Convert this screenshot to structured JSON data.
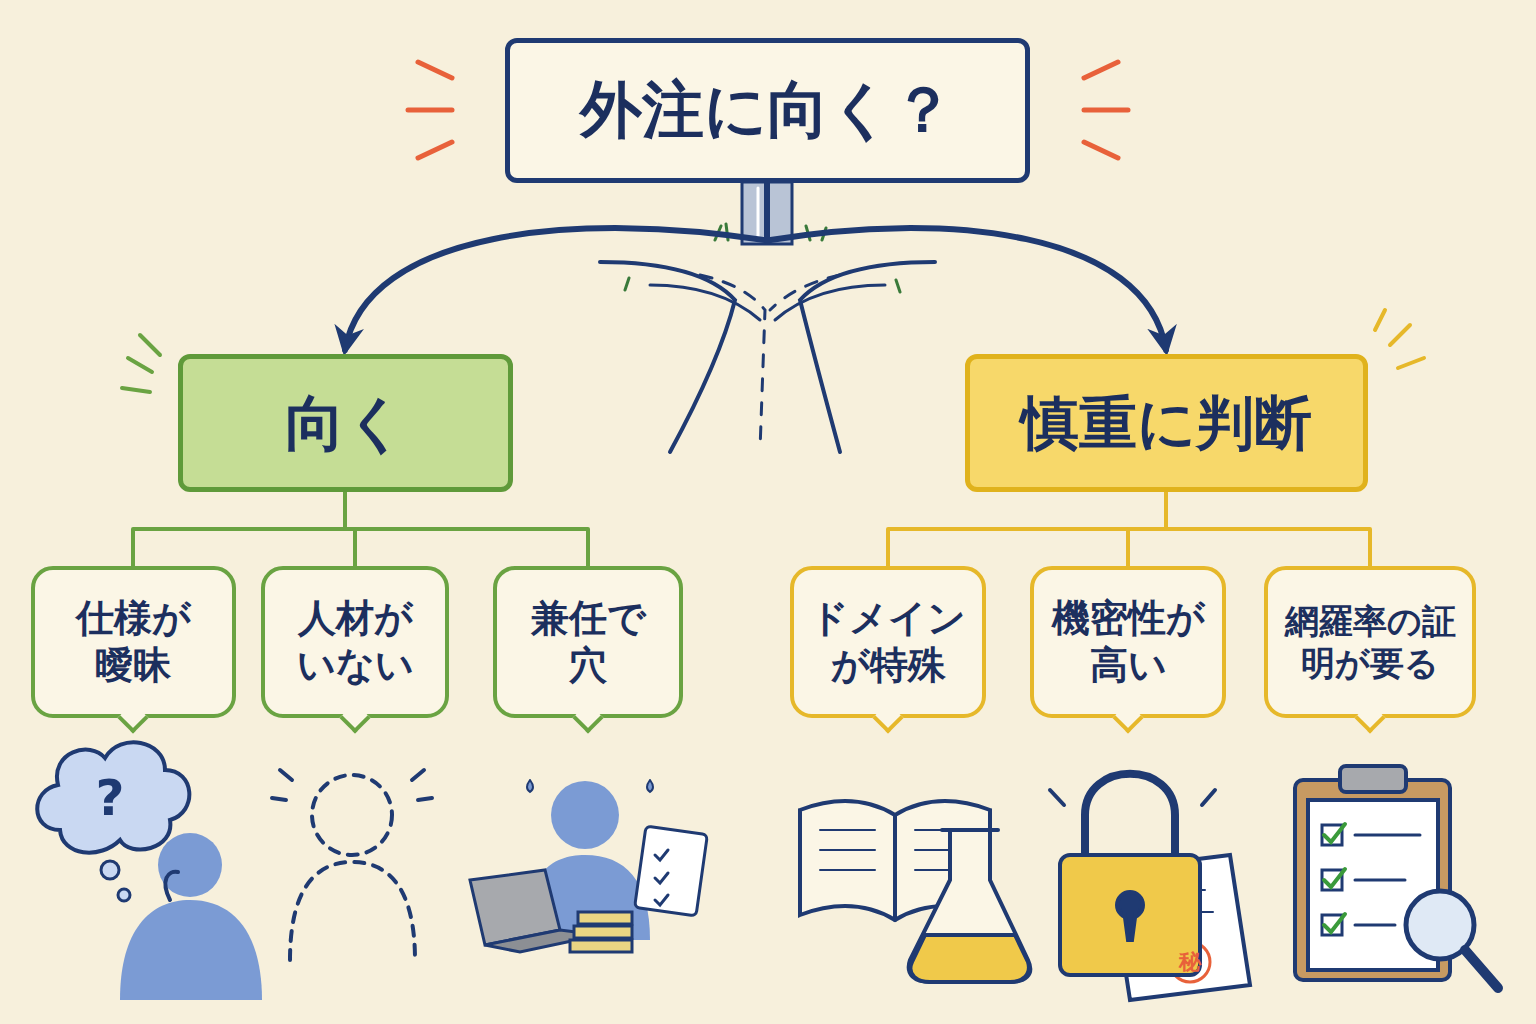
{
  "diagram": {
    "nodes": [
      {
        "text": [
          "外注に向く？"
        ]
      },
      {
        "text": [
          "向く"
        ]
      },
      {
        "text": [
          "慎重に判断"
        ]
      },
      {
        "text": [
          "仕様が曖昧"
        ]
      },
      {
        "text": [
          "人材がいない"
        ]
      },
      {
        "text": [
          "兼任で穴"
        ]
      },
      {
        "text": [
          "ドメインが特殊"
        ]
      },
      {
        "text": [
          "機密性が高い"
        ]
      },
      {
        "text": [
          "網羅率の証明が要る"
        ]
      }
    ],
    "edges": [
      {
        "from": 0,
        "to": 1,
        "arrow": "to"
      },
      {
        "from": 0,
        "to": 2,
        "arrow": "to"
      },
      {
        "from": 1,
        "to": 3,
        "arrow": "none"
      },
      {
        "from": 1,
        "to": 4,
        "arrow": "none"
      },
      {
        "from": 1,
        "to": 5,
        "arrow": "none"
      },
      {
        "from": 2,
        "to": 6,
        "arrow": "none"
      },
      {
        "from": 2,
        "to": 7,
        "arrow": "none"
      },
      {
        "from": 2,
        "to": 8,
        "arrow": "none"
      }
    ],
    "labels": [
      "?",
      "秘"
    ]
  }
}
